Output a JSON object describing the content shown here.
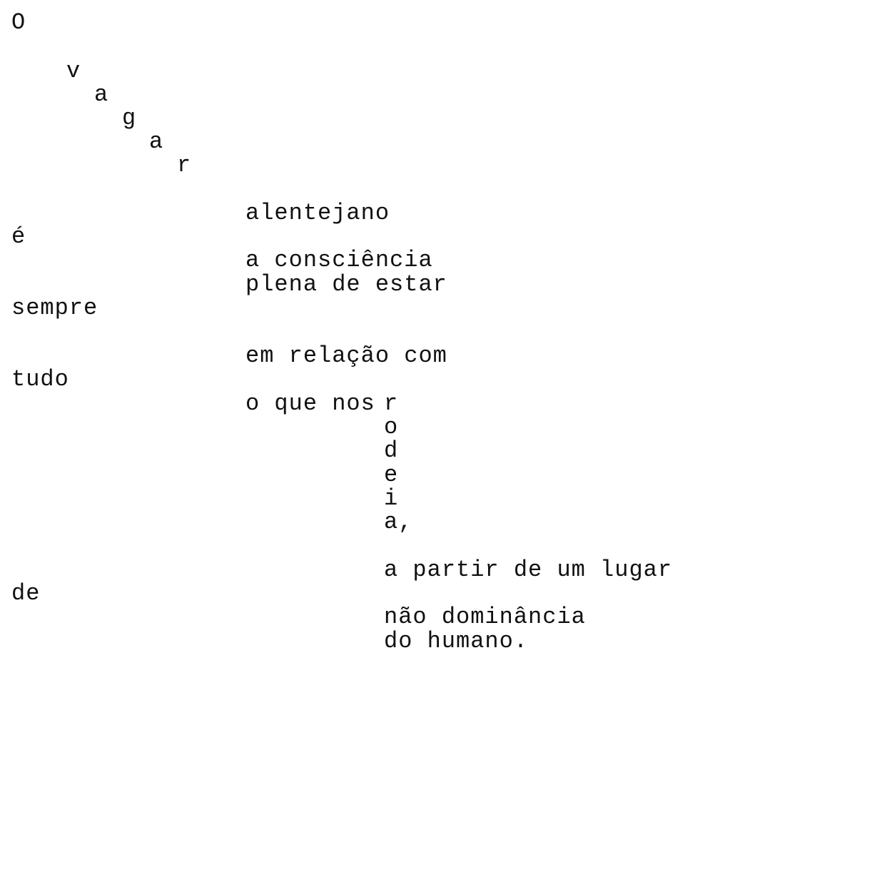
{
  "poem": {
    "title_word": "O",
    "vagar_letters": [
      "v",
      "a",
      "g",
      "a",
      "r"
    ],
    "alentejano": "alentejano",
    "e": "é",
    "a_consciencia": "a consciência",
    "plena_de_estar": "plena de estar",
    "sempre": "sempre",
    "em_relacao_com": "em relação com",
    "tudo": "tudo",
    "o_que_nos": "o que nos",
    "rodeia_letters": [
      "r",
      "o",
      "d",
      "e",
      "i",
      "a,"
    ],
    "a_partir_de_um_lugar": "a partir de um lugar",
    "de": "de",
    "nao_dominancia": "não dominância",
    "do_humano": "do humano."
  }
}
